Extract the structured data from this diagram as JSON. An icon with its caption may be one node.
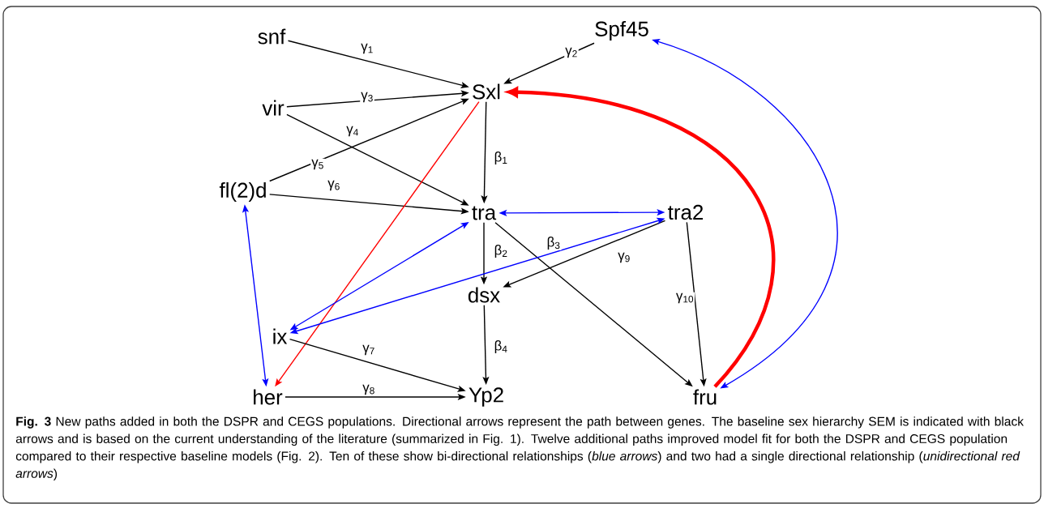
{
  "diagram": {
    "caption": "**Fig. 3** New paths added in both the DSPR and CEGS populations. Directional arrows represent the path between genes. The baseline sex hierarchy SEM is indicated with black arrows and is based on the current understanding of the literature (summarized in Fig. 1). Twelve additional paths improved model fit for both the DSPR and CEGS population compared to their respective baseline models (Fig. 2). Ten of these show bi-directional relationships (*blue arrows*) and two had a single directional relationship (*unidirectional red arrows*)",
    "nodes": [
      {
        "text": [
          "snf"
        ]
      },
      {
        "text": [
          "Spf45"
        ]
      },
      {
        "text": [
          "Sxl"
        ]
      },
      {
        "text": [
          "vir"
        ]
      },
      {
        "text": [
          "fl(2)d"
        ]
      },
      {
        "text": [
          "tra"
        ]
      },
      {
        "text": [
          "tra2"
        ]
      },
      {
        "text": [
          "dsx"
        ]
      },
      {
        "text": [
          "ix"
        ]
      },
      {
        "text": [
          "her"
        ]
      },
      {
        "text": [
          "Yp2"
        ]
      },
      {
        "text": [
          "fru"
        ]
      }
    ],
    "edges": [
      {
        "from": 0,
        "to": 2,
        "arrow": "to",
        "label": "γ$_{1}$"
      },
      {
        "from": 1,
        "to": 2,
        "arrow": "to",
        "label": "γ$_{2}$"
      },
      {
        "from": 3,
        "to": 2,
        "arrow": "to",
        "label": "γ$_{3}$"
      },
      {
        "from": 3,
        "to": 5,
        "arrow": "to",
        "label": "γ$_{4}$"
      },
      {
        "from": 4,
        "to": 2,
        "arrow": "to",
        "label": "γ$_{5}$"
      },
      {
        "from": 4,
        "to": 5,
        "arrow": "to",
        "label": "γ$_{6}$"
      },
      {
        "from": 2,
        "to": 5,
        "arrow": "to",
        "label": "β$_{1}$"
      },
      {
        "from": 2,
        "to": 9,
        "arrow": "to",
        "color": "#ff0000"
      },
      {
        "from": 11,
        "to": 2,
        "arrow": "to",
        "color": "#ff0000",
        "style": "thick"
      },
      {
        "from": 1,
        "to": 11,
        "arrow": "both",
        "color": "#0000ff"
      },
      {
        "from": 5,
        "to": 6,
        "arrow": "both",
        "color": "#0000ff"
      },
      {
        "from": 4,
        "to": 9,
        "arrow": "both",
        "color": "#0000ff"
      },
      {
        "from": 5,
        "to": 7,
        "arrow": "to",
        "label": "β$_{2}$"
      },
      {
        "from": 5,
        "to": 11,
        "arrow": "to",
        "label": "β$_{3}$"
      },
      {
        "from": 6,
        "to": 7,
        "arrow": "to",
        "label": "γ$_{9}$"
      },
      {
        "from": 5,
        "to": 8,
        "arrow": "both",
        "color": "#0000ff"
      },
      {
        "from": 6,
        "to": 8,
        "arrow": "both",
        "color": "#0000ff"
      },
      {
        "from": 6,
        "to": 11,
        "arrow": "to",
        "label": "γ$_{10}$"
      },
      {
        "from": 7,
        "to": 10,
        "arrow": "to",
        "label": "β$_{4}$"
      },
      {
        "from": 8,
        "to": 10,
        "arrow": "to",
        "label": "γ$_{7}$"
      },
      {
        "from": 9,
        "to": 10,
        "arrow": "to",
        "label": "γ$_{8}$"
      }
    ]
  }
}
